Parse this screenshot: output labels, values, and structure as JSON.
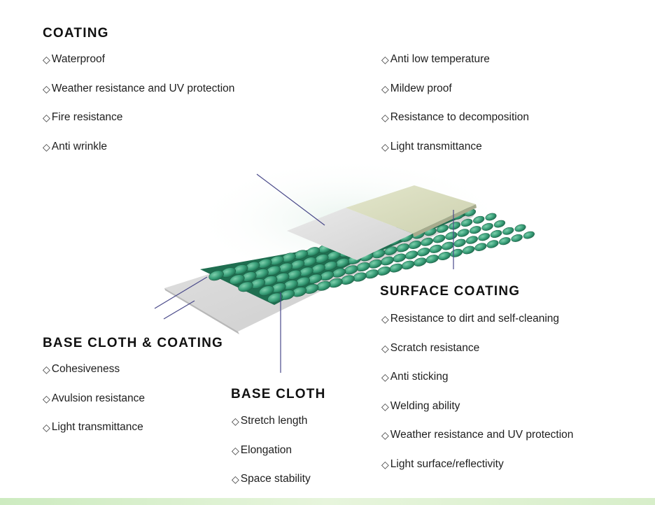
{
  "coating": {
    "heading": "COATING",
    "left_items": [
      "Waterproof",
      "Weather resistance and UV protection",
      "Fire resistance",
      "Anti wrinkle"
    ],
    "right_items": [
      "Anti low temperature",
      "Mildew proof",
      "Resistance to decomposition",
      "Light transmittance"
    ]
  },
  "surface_coating": {
    "heading": "SURFACE COATING",
    "items": [
      "Resistance to dirt and self-cleaning",
      "Scratch resistance",
      "Anti sticking",
      "Welding ability",
      "Weather resistance and UV protection",
      "Light surface/reflectivity"
    ]
  },
  "base_cloth_coating": {
    "heading": "BASE CLOTH & COATING",
    "items": [
      "Cohesiveness",
      "Avulsion resistance",
      "Light transmittance"
    ]
  },
  "base_cloth": {
    "heading": "BASE CLOTH",
    "items": [
      "Stretch length",
      "Elongation",
      "Space stability"
    ]
  },
  "bullet": "◇",
  "colors": {
    "weave": "#3aa07a",
    "weave_dark": "#1f6e50",
    "surface_top": "#d9dcbf",
    "coating_grey": "#dcdcdc",
    "base_grey": "#d4d4d4",
    "pointer": "#4a4a8a"
  }
}
